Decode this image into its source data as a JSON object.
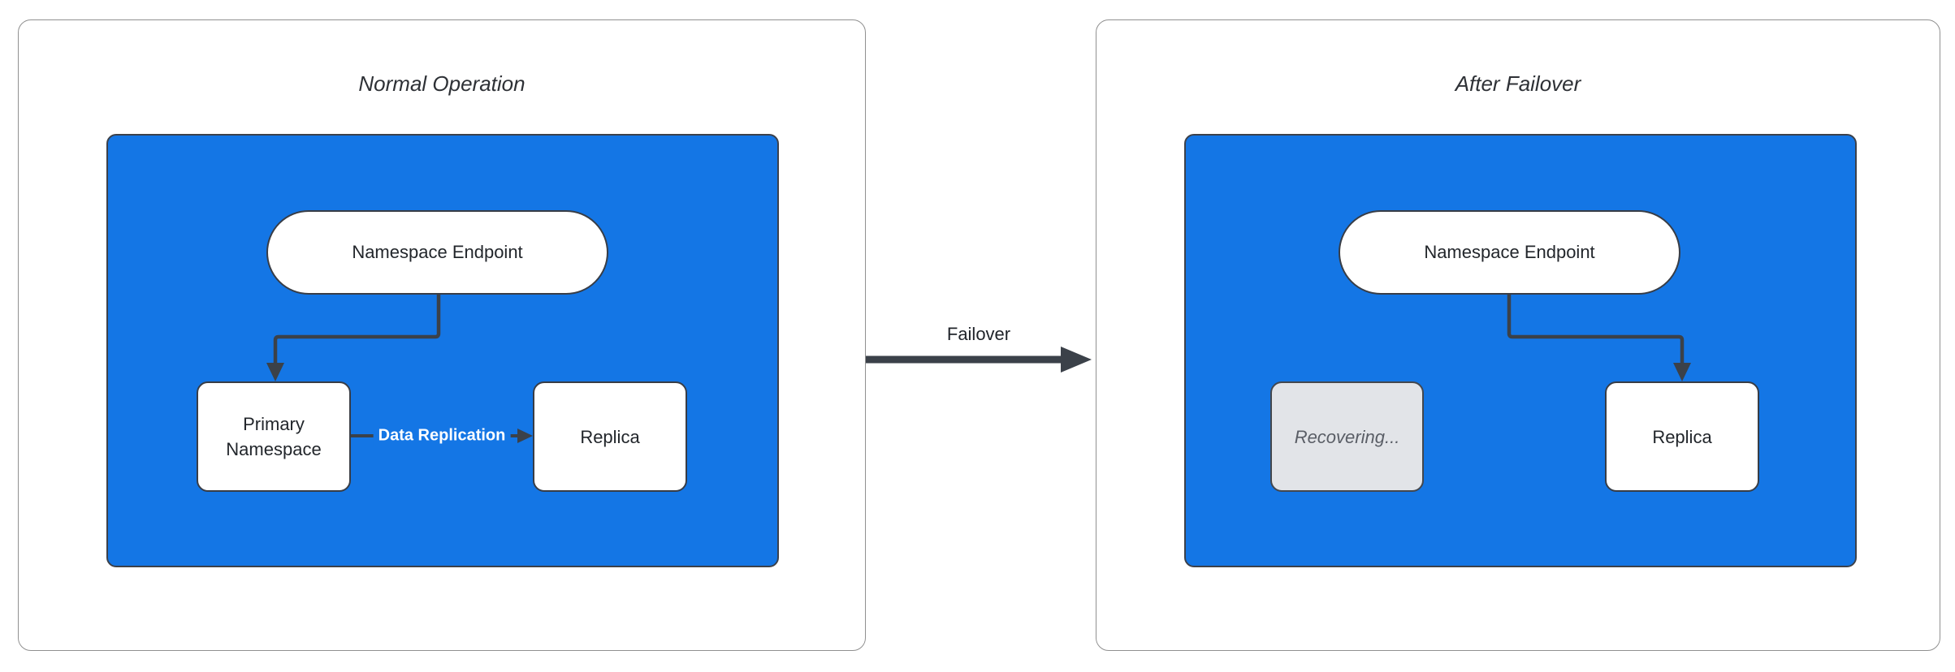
{
  "diagram": {
    "left_panel": {
      "title": "Normal Operation",
      "endpoint": "Namespace Endpoint",
      "primary": "Primary Namespace",
      "replica": "Replica",
      "replication_label": "Data Replication"
    },
    "right_panel": {
      "title": "After Failover",
      "endpoint": "Namespace Endpoint",
      "recovering": "Recovering...",
      "replica": "Replica"
    },
    "failover_label": "Failover"
  },
  "colors": {
    "container_blue": "#1476e5",
    "connector_dark": "#3b4149",
    "node_border": "#383d46",
    "node_fill": "#ffffff",
    "recovering_fill": "#e2e4e8",
    "recovering_text": "#5a5e66",
    "panel_border": "#909090",
    "edge_label_text": "#ffffff",
    "title_text": "#2e3136"
  }
}
